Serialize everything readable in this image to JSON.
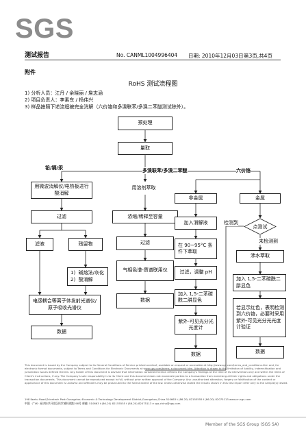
{
  "logo": "SGS",
  "header": {
    "title": "测试报告",
    "report_no": "No. CANML1004996404",
    "date": "日期: 2010年12月03日",
    "page": "第3页,共4页"
  },
  "appendix": "附件",
  "chart_title": "RoHS 测试流程图",
  "info": [
    "1)  分析人员：江丹 / 余晓丽 / 詹志涵",
    "2)  项目负责人：李素东 / 杨伟兴",
    "3)  样品按照下述流程被完全消解（六价铬和多溴联苯/多溴二苯醚测试除外）。"
  ],
  "flow": {
    "pretreat": "预处理",
    "weigh": "量取",
    "branch_metal": "铅/镉/汞",
    "branch_pbb": "多溴联苯/多溴二苯醚",
    "branch_cr": "六价铬",
    "acid_digest": "用微波消解仪/电热板进行酸消解",
    "filter": "过滤",
    "filtrate": "滤液",
    "residue": "残留物",
    "alkali": "1)  碱熔法/灰化\n2)  酸消解",
    "icp": "电感耦合等离子体发射光谱仪/原子吸收光谱仪",
    "data1": "数据",
    "solvent_extract": "用溶剂萃取",
    "concentrate": "浓缩/稀释至容量",
    "filter2": "过滤",
    "gcms": "气相色谱-质谱联用仪",
    "data2": "数据",
    "nonmetal": "非金属",
    "add_alkali": "加入消解液",
    "heat": "在 90~95°C 条件下萃取",
    "filter_ph": "过滤，调整 pH",
    "add_dpc": "加入 1,5-二苯碳酰二肼显色",
    "uvvis": "紫外-可见光分光光度计",
    "data3": "数据",
    "metal": "金属",
    "spot": "点测试",
    "detected": "检测到",
    "not_detected": "未检测到",
    "boil": "沸水萃取",
    "add_dpc2": "加入 1,5-二苯碳酰二肼显色",
    "judge": "若显示红色，表明检测到六价铬，必要时采用紫外-可见光分光光度计验证",
    "data4": "数据"
  },
  "footer_text": "This document is issued by the Company subject to its General Conditions of Service printed overleaf, available on request or accessible at http://www.sgs.com/terms_and_conditions.htm and, for electronic format documents, subject to Terms and Conditions for Electronic Documents at www.sgs.com/terms_e-document.htm. Attention is drawn to the limitation of liability, indemnification and jurisdiction issues defined therein. Any holder of this document is advised that information contained hereon reflects the Company's findings at the time of its intervention only and within the limits of Client's instructions, if any. The Company's sole responsibility is to its Client and this document does not exonerate parties to a transaction from exercising all their rights and obligations under the transaction documents. This document cannot be reproduced except in full, without prior written approval of the Company. Any unauthorized alteration, forgery or falsification of the content or appearance of this document is unlawful and offenders may be prosecuted to the fullest extent of the law. Unless otherwise stated the results shown in this test report refer only to the sample(s) tested.",
  "contact": [
    "198 Kezhu Road,Scientech Park Guangzhou Economic & Technology Development District,Guangzhou,China  510663   t (86-20) 82155555   f (86-20) 82075113   www.cn.sgs.com",
    "中国 · 广州 · 经济技术开发区科学城科珠路198号            邮编: 510663   t (86-20) 82155555   f (86-20) 82075113   e sgs.china@sgs.com"
  ],
  "member": "Member of the SGS Group (SGS SA)"
}
